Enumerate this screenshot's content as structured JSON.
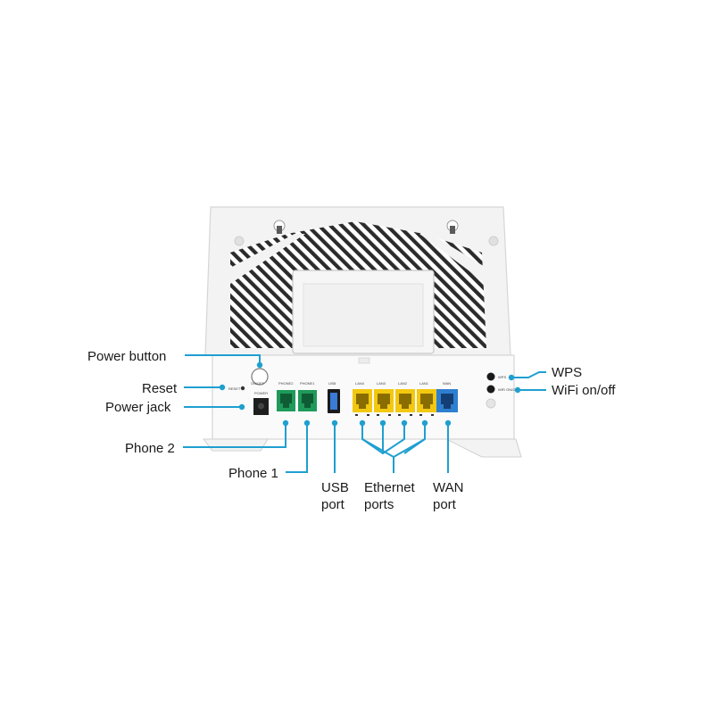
{
  "labels": {
    "power_button": "Power button",
    "reset": "Reset",
    "power_jack": "Power jack",
    "phone_2": "Phone 2",
    "phone_1": "Phone 1",
    "usb_line1": "USB",
    "usb_line2": "port",
    "ethernet_line1": "Ethernet",
    "ethernet_line2": "ports",
    "wan_line1": "WAN",
    "wan_line2": "port",
    "wps": "WPS",
    "wifi": "WiFi on/off"
  },
  "panel_marks": {
    "onoff": "ON/OFF",
    "reset": "RESET",
    "power": "POWER",
    "phone2": "PHONE2",
    "phone1": "PHONE1",
    "usb": "USB",
    "lan4": "LAN4",
    "lan3": "LAN3",
    "lan2": "LAN2",
    "lan1": "LAN1",
    "wan": "WAN",
    "wps": "WPS",
    "wifi": "WiFi ON/OFF"
  },
  "colors": {
    "accent": "#1f9fd0",
    "phone_port": "#1e9a5a",
    "ethernet_port": "#f2c811",
    "wan_port": "#2f7fd0",
    "usb_port": "#3a7bd5"
  }
}
